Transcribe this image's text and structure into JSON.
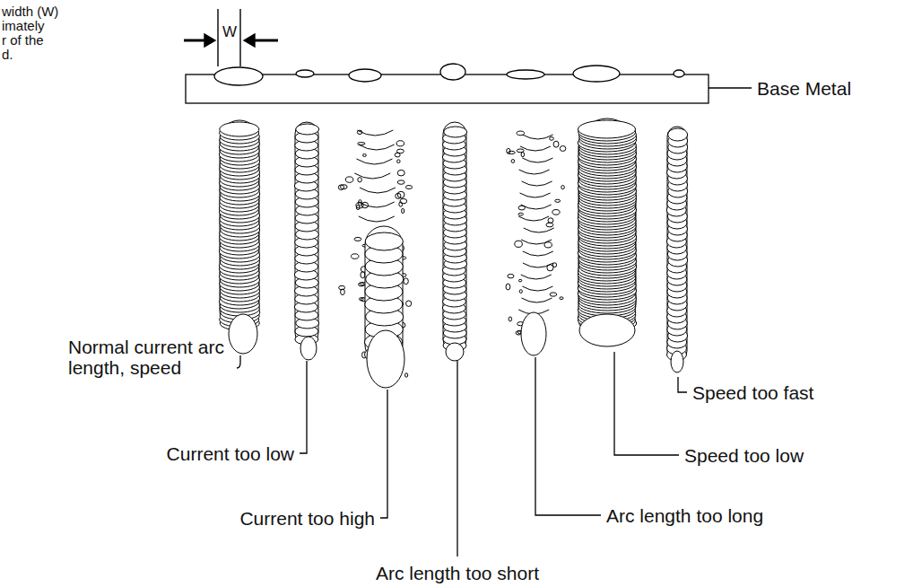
{
  "diagram": {
    "labels": [
      "width (W)",
      "imately",
      "r of the",
      "d.",
      "W",
      "Base Metal",
      "Normal current arc length, speed",
      "Current too low",
      "Current too high",
      "Arc length too short",
      "Arc length too long",
      "Speed too low",
      "Speed too fast"
    ]
  }
}
